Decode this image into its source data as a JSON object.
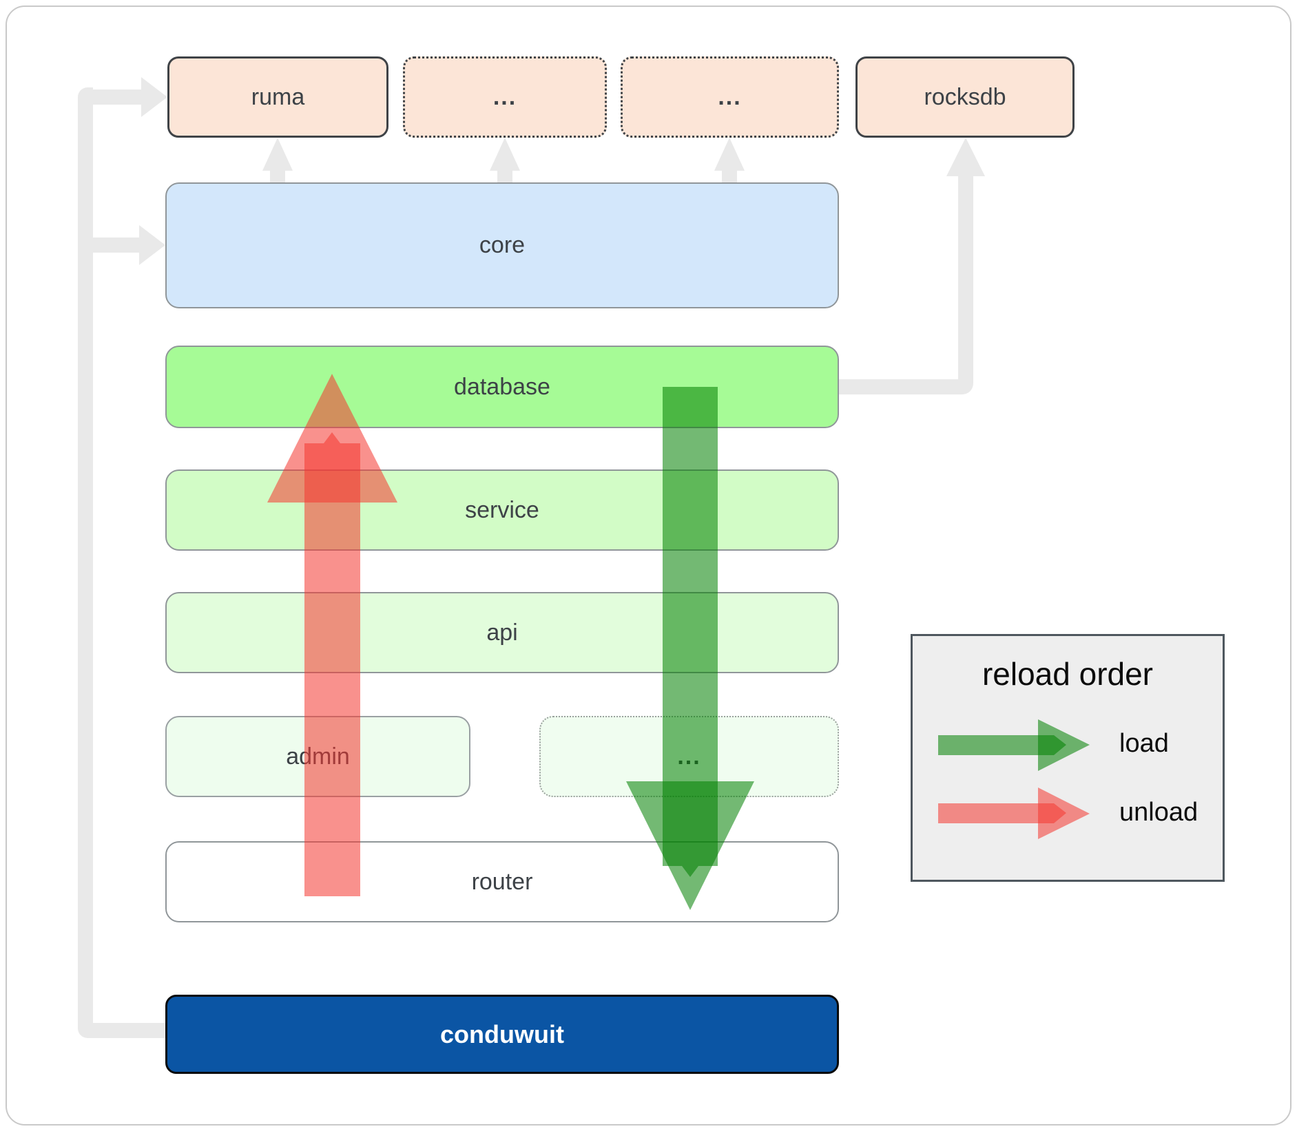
{
  "diagram": {
    "nodes": {
      "ruma": {
        "label": "ruma"
      },
      "dots_top_1": {
        "label": "..."
      },
      "dots_top_2": {
        "label": "..."
      },
      "rocksdb": {
        "label": "rocksdb"
      },
      "core": {
        "label": "core"
      },
      "database": {
        "label": "database"
      },
      "service": {
        "label": "service"
      },
      "api": {
        "label": "api"
      },
      "admin": {
        "label": "admin"
      },
      "dots_mid": {
        "label": "..."
      },
      "router": {
        "label": "router"
      },
      "conduwuit": {
        "label": "conduwuit"
      }
    },
    "legend": {
      "title": "reload order",
      "items": [
        {
          "label": "load",
          "color": "#008000"
        },
        {
          "label": "unload",
          "color": "#f43630"
        }
      ]
    },
    "arrows": {
      "load_direction": "database-to-router",
      "unload_direction": "router-to-database"
    }
  },
  "colors": {
    "peach": "#fce5d7",
    "core": "#d3e7fb",
    "database": "#a6fb96",
    "service": "#d2fcc6",
    "api": "#e2fddc",
    "admin": "#eefdee",
    "dotsMid": "#f0fdf0",
    "router": "#ffffff",
    "conduwuit": "#0b55a4",
    "label": "#3d4247",
    "connector": "#e9e9e9",
    "load": "rgba(0,128,0,0.55)",
    "unload": "rgba(244,54,48,0.55)",
    "legendBg": "#eeeeee",
    "legendBorder": "#4e575e"
  }
}
